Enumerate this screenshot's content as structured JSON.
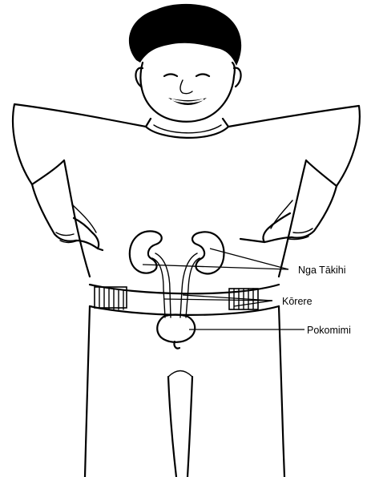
{
  "labels": {
    "kidneys": "Nga Tākihi",
    "ureters": "Kōrere",
    "bladder": "Pokomimi"
  },
  "colors": {
    "ink": "#000000",
    "background": "#ffffff"
  }
}
